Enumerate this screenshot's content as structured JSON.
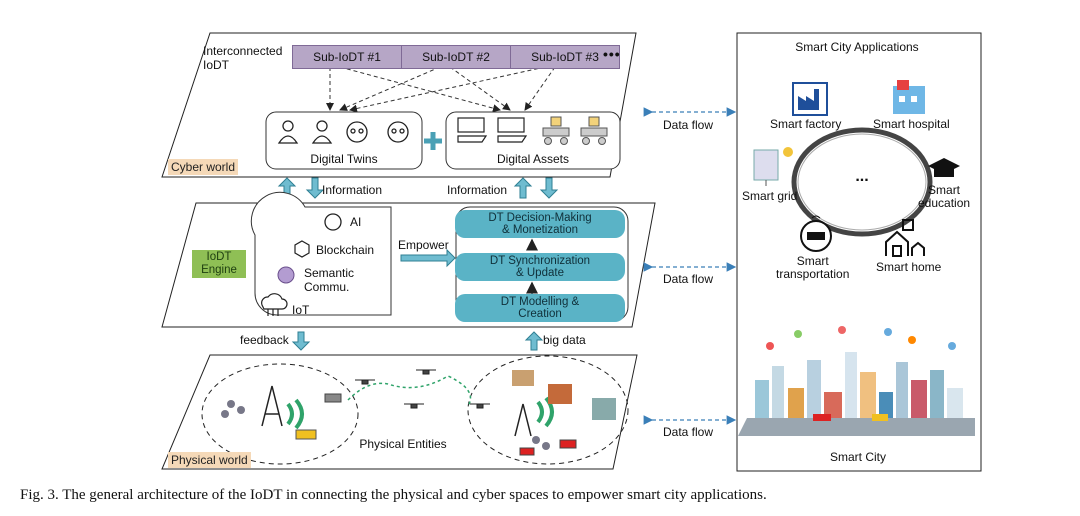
{
  "cyber_world": {
    "interconnected_label": "Interconnected\nIoDT",
    "sub_iodts": [
      "Sub-IoDT #1",
      "Sub-IoDT #2",
      "Sub-IoDT #3"
    ],
    "ellipsis": "•••",
    "digital_twins_label": "Digital Twins",
    "digital_assets_label": "Digital Assets",
    "plus": "+",
    "tag": "Cyber world"
  },
  "arrows": {
    "information_left": "Information",
    "information_right": "Information",
    "feedback": "feedback",
    "big_data": "big data",
    "empower": "Empower"
  },
  "engine": {
    "label": "IoDT\nEngine",
    "tech": [
      "AI",
      "Blockchain",
      "Semantic\nCommu.",
      "IoT"
    ],
    "steps": [
      "DT Decision-Making\n& Monetization",
      "DT Synchronization\n& Update",
      "DT Modelling &\nCreation"
    ]
  },
  "physical_world": {
    "tag": "Physical world",
    "entities_label": "Physical Entities"
  },
  "data_flow": [
    "Data flow",
    "Data flow",
    "Data flow"
  ],
  "smart_city": {
    "apps_title": "Smart City Applications",
    "apps": [
      "Smart factory",
      "Smart hospital",
      "Smart grid",
      "Smart\neducation",
      "Smart\ntransportation",
      "Smart home"
    ],
    "center_dots": "...",
    "city_label": "Smart City"
  },
  "caption": "Fig. 3.  The general architecture of the IoDT in connecting the physical and cyber spaces to empower smart city applications.",
  "colors": {
    "sub_iodt_fill": "#b6a6c6",
    "pill_fill": "#5ab3c6",
    "engine_fill": "#8fbf55",
    "world_tag_fill": "#f5d9b8",
    "arrow_teal": "#4aa0b5",
    "dataflow_blue": "#3a7fb8"
  }
}
